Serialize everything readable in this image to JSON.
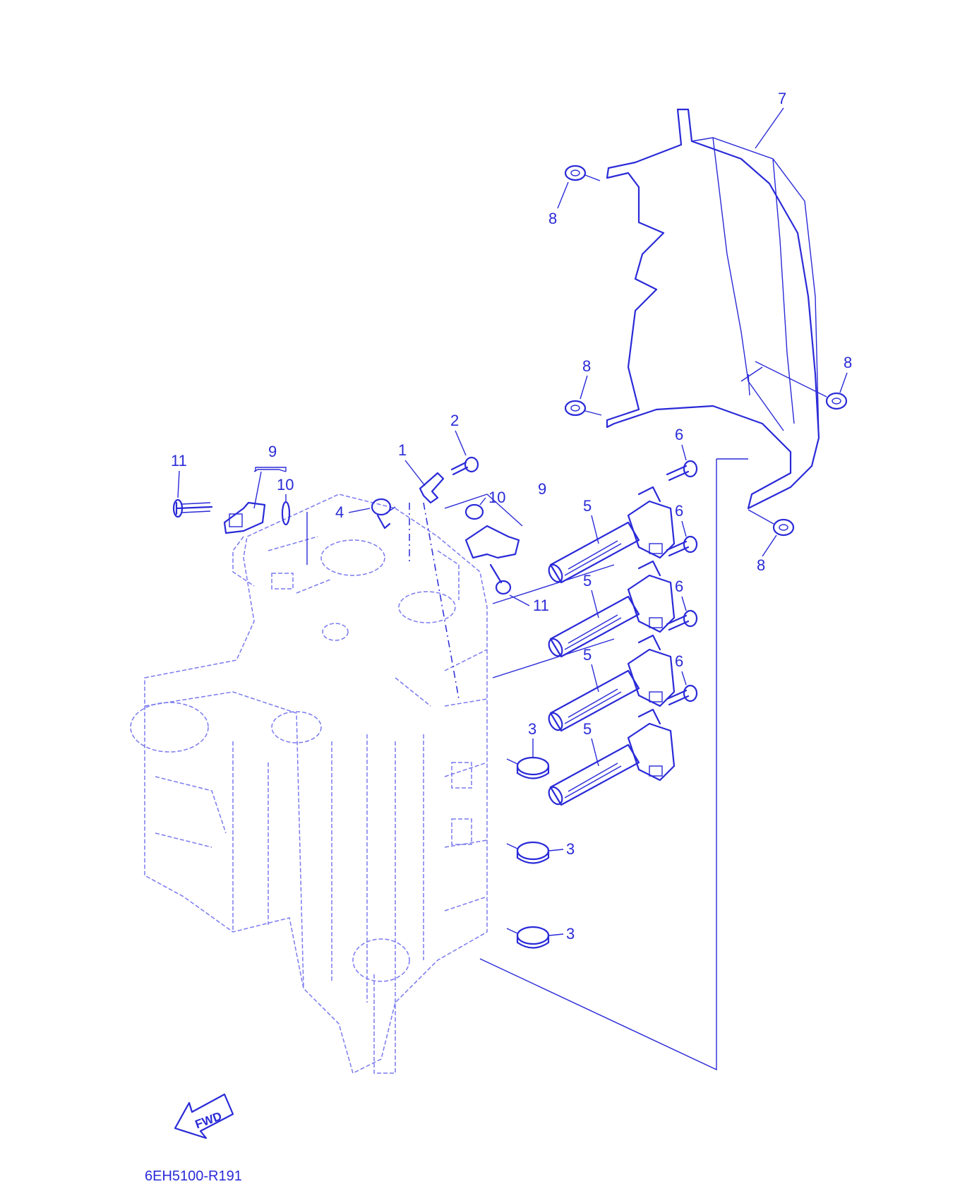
{
  "diagram": {
    "part_code": "6EH5100-R191",
    "fwd_label": "FWD",
    "callouts": [
      "1",
      "2",
      "3",
      "3",
      "3",
      "4",
      "5",
      "5",
      "5",
      "5",
      "6",
      "6",
      "6",
      "6",
      "7",
      "8",
      "8",
      "8",
      "8",
      "9",
      "9",
      "10",
      "10",
      "11",
      "11"
    ],
    "colors": {
      "ink": "#2a2ad8",
      "background": "#ffffff"
    }
  }
}
